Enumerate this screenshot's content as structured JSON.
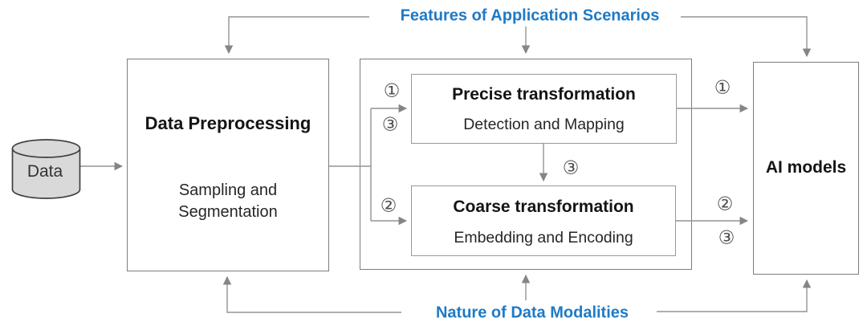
{
  "colors": {
    "accent_blue": "#1e7ac6",
    "line_gray": "#949494",
    "box_border_gray": "#7d7d7d",
    "cylinder_fill": "#d9d9d9"
  },
  "top_banner": {
    "label": "Features of Application Scenarios"
  },
  "bottom_banner": {
    "label": "Nature of Data Modalities"
  },
  "data_store": {
    "label": "Data"
  },
  "preprocessing": {
    "title": "Data Preprocessing",
    "subtitle": "Sampling and Segmentation"
  },
  "precise": {
    "title": "Precise transformation",
    "subtitle": "Detection and Mapping"
  },
  "coarse": {
    "title": "Coarse transformation",
    "subtitle": "Embedding and Encoding"
  },
  "ai_models": {
    "title": "AI models"
  },
  "route_markers": {
    "precise_in_top": "①",
    "precise_in_bottom": "③",
    "coarse_in": "②",
    "precise_to_coarse": "③",
    "precise_out": "①",
    "coarse_out_top": "②",
    "coarse_out_bottom": "③"
  }
}
